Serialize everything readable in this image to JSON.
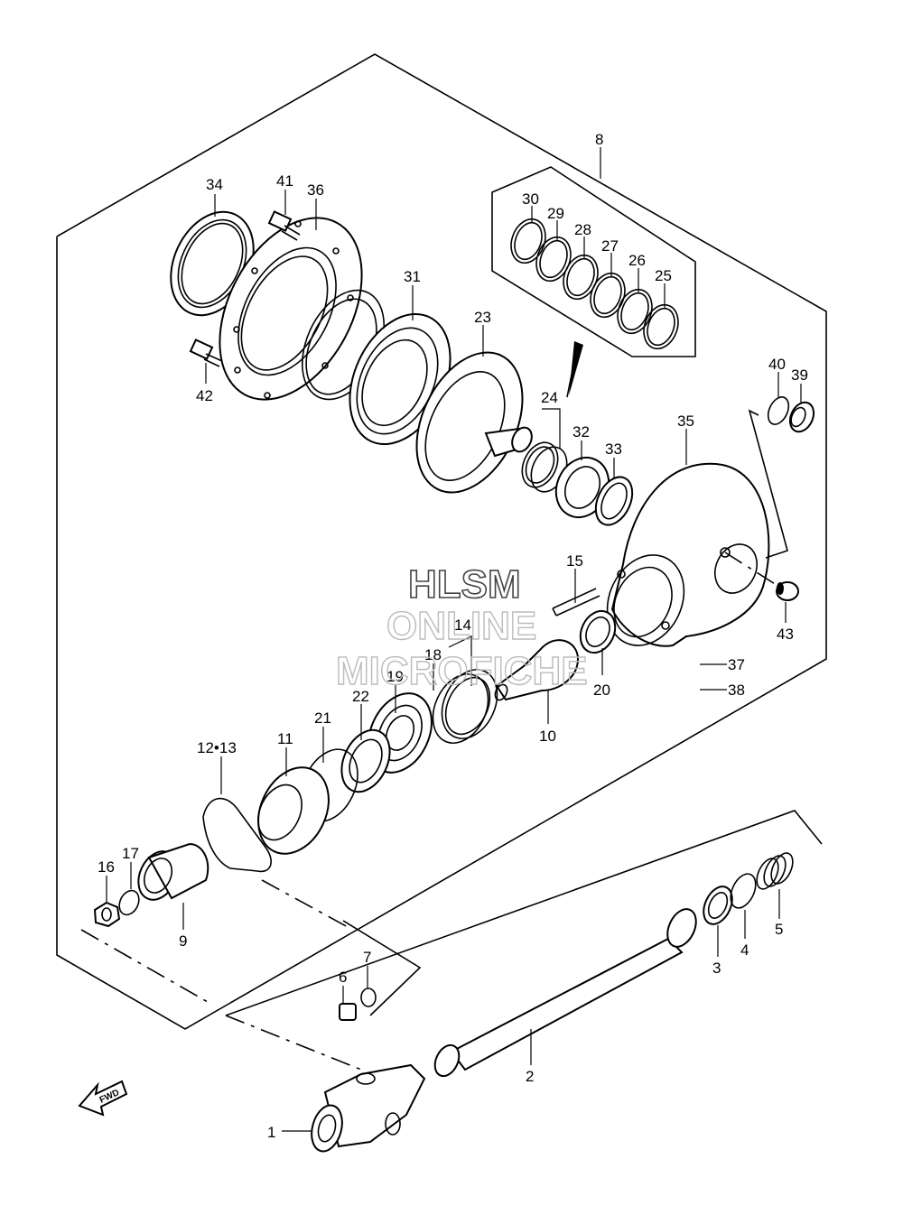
{
  "watermark": {
    "line1": "HLSM",
    "line2": "ONLINE",
    "line3": "MICROFICHE"
  },
  "fwd_label": "FWD",
  "callouts": [
    {
      "id": "c8",
      "text": "8"
    },
    {
      "id": "c30",
      "text": "30"
    },
    {
      "id": "c29",
      "text": "29"
    },
    {
      "id": "c28",
      "text": "28"
    },
    {
      "id": "c27",
      "text": "27"
    },
    {
      "id": "c26",
      "text": "26"
    },
    {
      "id": "c25",
      "text": "25"
    },
    {
      "id": "c34",
      "text": "34"
    },
    {
      "id": "c41",
      "text": "41"
    },
    {
      "id": "c36",
      "text": "36"
    },
    {
      "id": "c31",
      "text": "31"
    },
    {
      "id": "c23",
      "text": "23"
    },
    {
      "id": "c42",
      "text": "42"
    },
    {
      "id": "c24",
      "text": "24"
    },
    {
      "id": "c32",
      "text": "32"
    },
    {
      "id": "c33",
      "text": "33"
    },
    {
      "id": "c35",
      "text": "35"
    },
    {
      "id": "c40",
      "text": "40"
    },
    {
      "id": "c39",
      "text": "39"
    },
    {
      "id": "c15",
      "text": "15"
    },
    {
      "id": "c43",
      "text": "43"
    },
    {
      "id": "c14",
      "text": "14"
    },
    {
      "id": "c18",
      "text": "18"
    },
    {
      "id": "c19",
      "text": "19"
    },
    {
      "id": "c22",
      "text": "22"
    },
    {
      "id": "c20",
      "text": "20"
    },
    {
      "id": "c10",
      "text": "10"
    },
    {
      "id": "c37",
      "text": "37"
    },
    {
      "id": "c38",
      "text": "38"
    },
    {
      "id": "c21",
      "text": "21"
    },
    {
      "id": "c1213",
      "text": "12•13"
    },
    {
      "id": "c11",
      "text": "11"
    },
    {
      "id": "c17",
      "text": "17"
    },
    {
      "id": "c16",
      "text": "16"
    },
    {
      "id": "c9",
      "text": "9"
    },
    {
      "id": "c7",
      "text": "7"
    },
    {
      "id": "c6",
      "text": "6"
    },
    {
      "id": "c3",
      "text": "3"
    },
    {
      "id": "c4",
      "text": "4"
    },
    {
      "id": "c5",
      "text": "5"
    },
    {
      "id": "c2",
      "text": "2"
    },
    {
      "id": "c1",
      "text": "1"
    }
  ]
}
